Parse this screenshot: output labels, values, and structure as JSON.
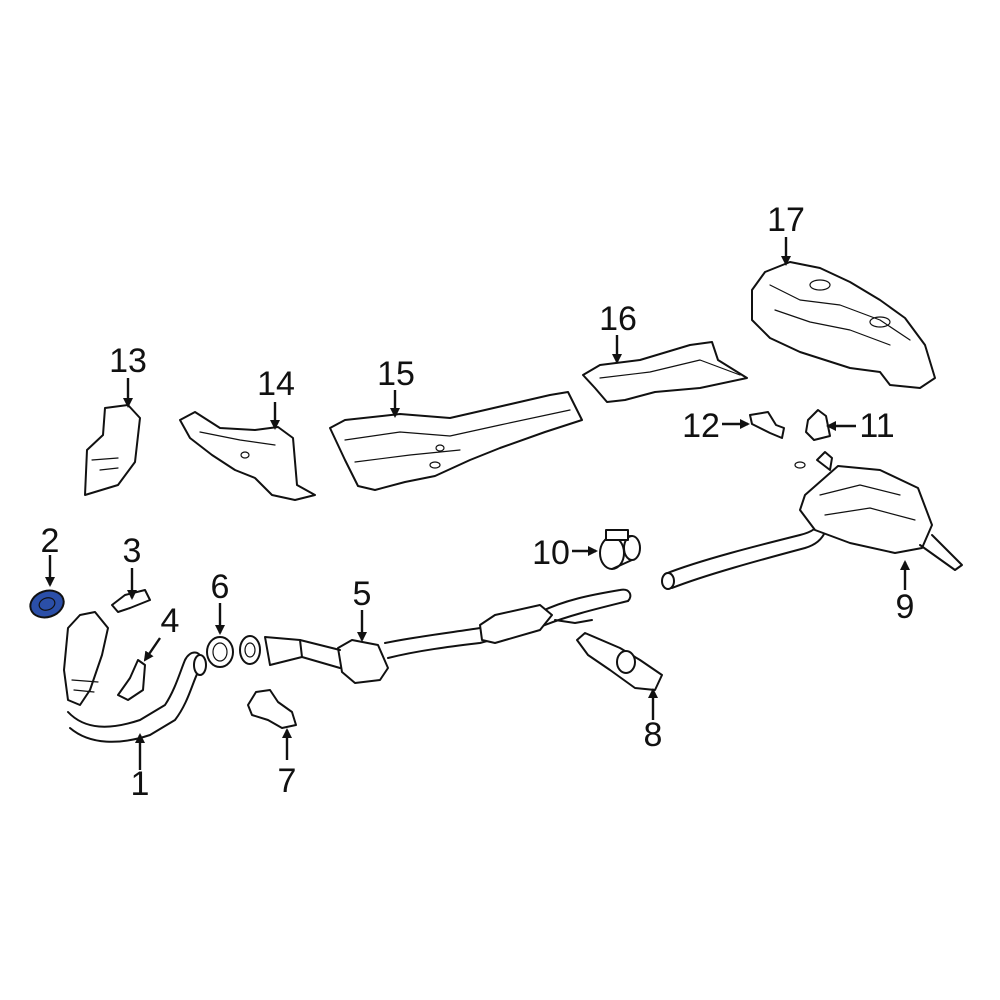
{
  "diagram": {
    "highlight_color": "#2b4fa8",
    "highlighted_part": "2",
    "callouts": [
      "1",
      "2",
      "3",
      "4",
      "5",
      "6",
      "7",
      "8",
      "9",
      "10",
      "11",
      "12",
      "13",
      "14",
      "15",
      "16",
      "17"
    ]
  }
}
